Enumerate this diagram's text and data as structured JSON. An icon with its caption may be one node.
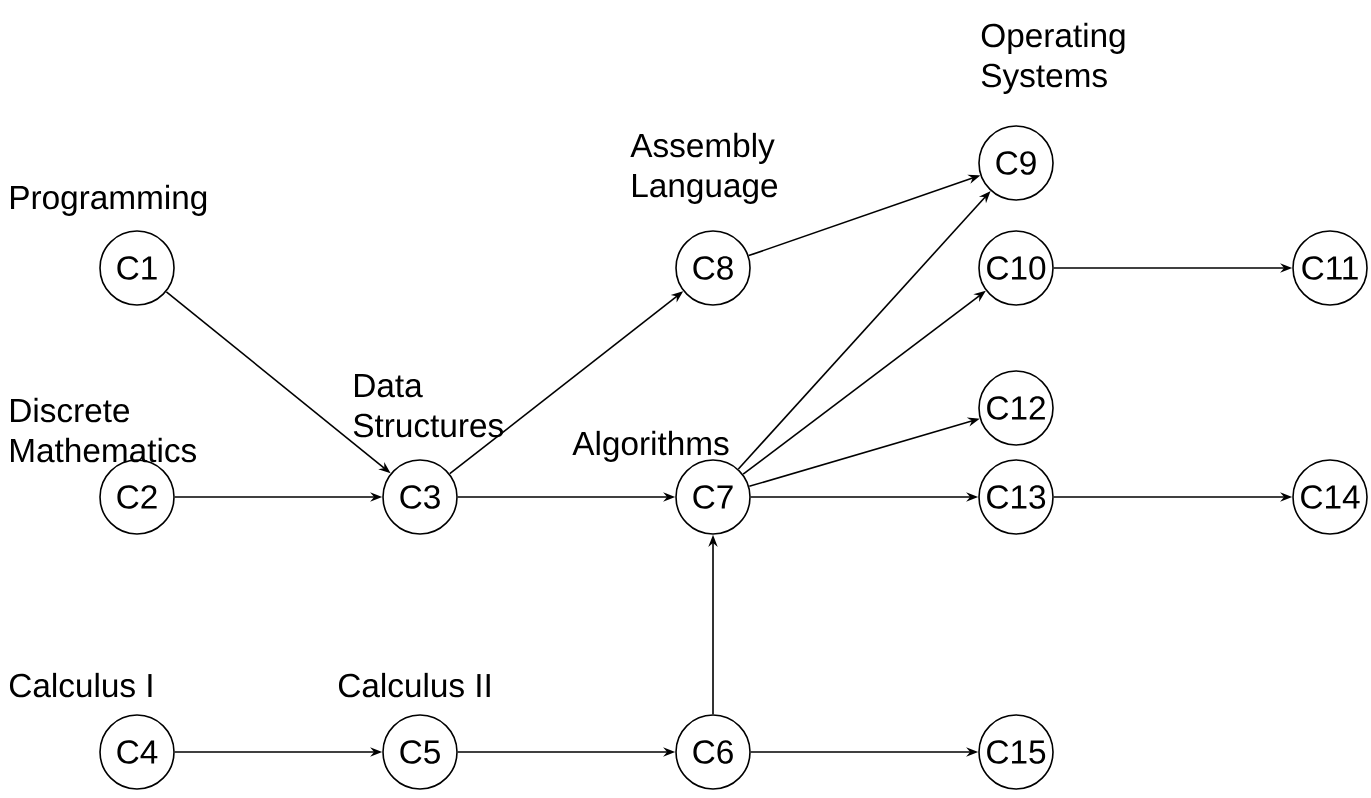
{
  "diagram": {
    "nodes": [
      {
        "text": [
          "C1"
        ],
        "beside": [
          "Programming"
        ]
      },
      {
        "text": [
          "C2"
        ],
        "beside": [
          "Discrete Mathematics"
        ]
      },
      {
        "text": [
          "C3"
        ],
        "beside": [
          "Data Structures"
        ]
      },
      {
        "text": [
          "C4"
        ],
        "beside": [
          "Calculus I"
        ]
      },
      {
        "text": [
          "C5"
        ],
        "beside": [
          "Calculus II"
        ]
      },
      {
        "text": [
          "C6"
        ]
      },
      {
        "text": [
          "C7"
        ],
        "beside": [
          "Algorithms"
        ]
      },
      {
        "text": [
          "C8"
        ],
        "beside": [
          "Assembly Language"
        ]
      },
      {
        "text": [
          "C9"
        ],
        "beside": [
          "Operating Systems"
        ]
      },
      {
        "text": [
          "C10"
        ]
      },
      {
        "text": [
          "C11"
        ]
      },
      {
        "text": [
          "C12"
        ]
      },
      {
        "text": [
          "C13"
        ]
      },
      {
        "text": [
          "C14"
        ]
      },
      {
        "text": [
          "C15"
        ]
      }
    ],
    "edges": [
      {
        "from": 0,
        "to": 2,
        "arrow": "to"
      },
      {
        "from": 1,
        "to": 2,
        "arrow": "to"
      },
      {
        "from": 2,
        "to": 7,
        "arrow": "to"
      },
      {
        "from": 2,
        "to": 6,
        "arrow": "to"
      },
      {
        "from": 7,
        "to": 8,
        "arrow": "to"
      },
      {
        "from": 6,
        "to": 8,
        "arrow": "to"
      },
      {
        "from": 6,
        "to": 9,
        "arrow": "to"
      },
      {
        "from": 6,
        "to": 11,
        "arrow": "to"
      },
      {
        "from": 6,
        "to": 12,
        "arrow": "to"
      },
      {
        "from": 9,
        "to": 10,
        "arrow": "to"
      },
      {
        "from": 12,
        "to": 13,
        "arrow": "to"
      },
      {
        "from": 3,
        "to": 4,
        "arrow": "to"
      },
      {
        "from": 4,
        "to": 5,
        "arrow": "to"
      },
      {
        "from": 5,
        "to": 6,
        "arrow": "to"
      },
      {
        "from": 5,
        "to": 14,
        "arrow": "to"
      }
    ]
  }
}
